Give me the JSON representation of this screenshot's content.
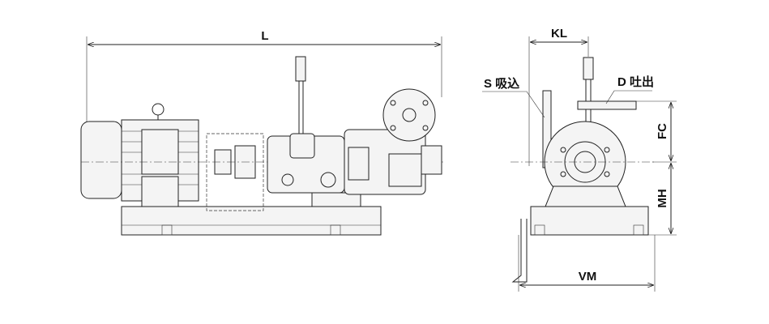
{
  "labels": {
    "overall_length": "L",
    "suction_offset": "KL",
    "suction": "S 吸込",
    "discharge": "D 吐出",
    "center_height_fc": "FC",
    "base_height_mh": "MH",
    "base_width_vm": "VM"
  }
}
